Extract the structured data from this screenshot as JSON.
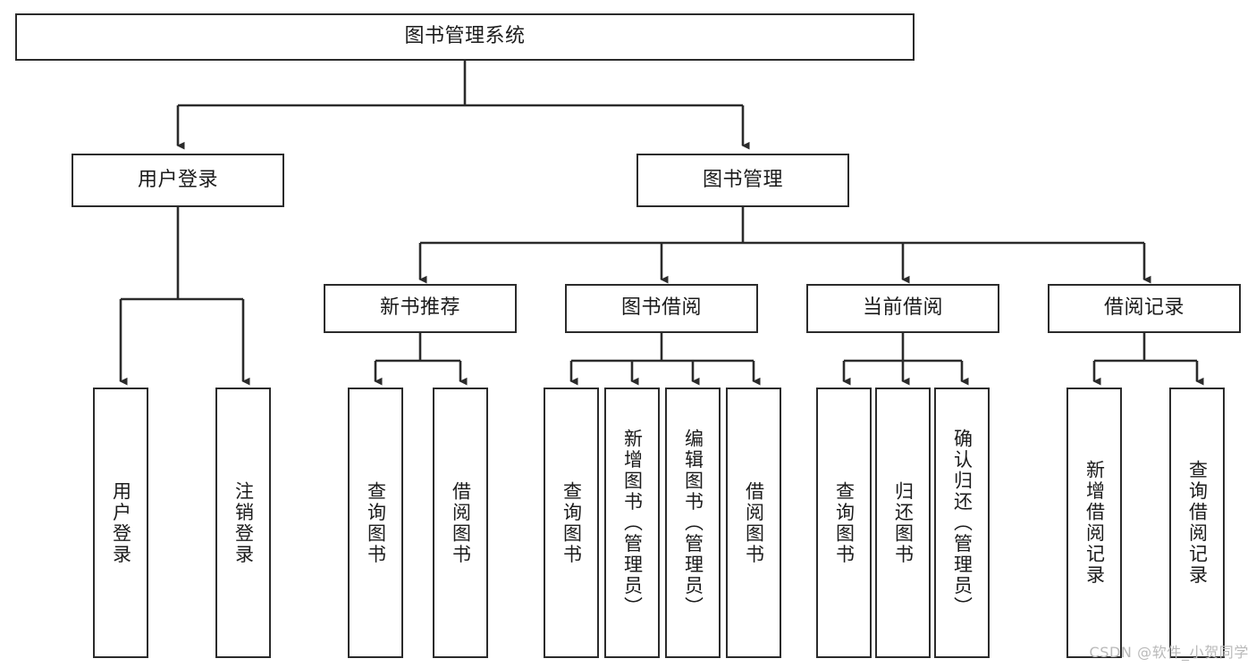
{
  "diagram": {
    "title": "图书管理系统",
    "type": "tree-hierarchy-chart",
    "root": {
      "id": "root",
      "label": "图书管理系统"
    },
    "level2": [
      {
        "id": "user-login",
        "label": "用户登录"
      },
      {
        "id": "book-manage",
        "label": "图书管理"
      }
    ],
    "level3": [
      {
        "id": "new-book-recommend",
        "label": "新书推荐",
        "parent": "book-manage"
      },
      {
        "id": "book-borrow",
        "label": "图书借阅",
        "parent": "book-manage"
      },
      {
        "id": "current-borrow",
        "label": "当前借阅",
        "parent": "book-manage"
      },
      {
        "id": "borrow-record",
        "label": "借阅记录",
        "parent": "book-manage"
      }
    ],
    "leaves": [
      {
        "id": "leaf-user-login",
        "label": "用户登录",
        "parent": "user-login"
      },
      {
        "id": "leaf-logout-login",
        "label": "注销登录",
        "parent": "user-login"
      },
      {
        "id": "leaf-query-book-1",
        "label": "查询图书",
        "parent": "new-book-recommend"
      },
      {
        "id": "leaf-borrow-book-1",
        "label": "借阅图书",
        "parent": "new-book-recommend"
      },
      {
        "id": "leaf-query-book-2",
        "label": "查询图书",
        "parent": "book-borrow"
      },
      {
        "id": "leaf-add-book",
        "label": "新增图书（管理员）",
        "parent": "book-borrow"
      },
      {
        "id": "leaf-edit-book",
        "label": "编辑图书（管理员）",
        "parent": "book-borrow"
      },
      {
        "id": "leaf-borrow-book-2",
        "label": "借阅图书",
        "parent": "book-borrow"
      },
      {
        "id": "leaf-query-book-3",
        "label": "查询图书",
        "parent": "current-borrow"
      },
      {
        "id": "leaf-return-book",
        "label": "归还图书",
        "parent": "current-borrow"
      },
      {
        "id": "leaf-confirm-return",
        "label": "确认归还（管理员）",
        "parent": "current-borrow"
      },
      {
        "id": "leaf-add-borrow-record",
        "label": "新增借阅记录",
        "parent": "borrow-record"
      },
      {
        "id": "leaf-query-borrow-record",
        "label": "查询借阅记录",
        "parent": "borrow-record"
      }
    ],
    "colors": {
      "border": "#2b2b2b",
      "background": "#ffffff",
      "text": "#1b1b1b",
      "connector": "#2b2b2b",
      "watermark": "#b9b9b9"
    }
  },
  "watermark": {
    "text": "CSDN @软件_小贺同学"
  }
}
